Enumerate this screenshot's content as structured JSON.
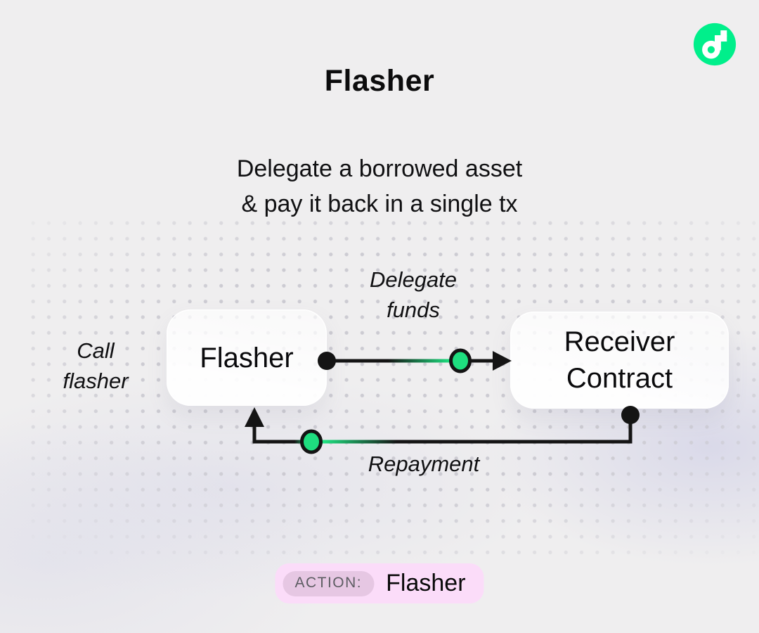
{
  "header": {
    "title": "Flasher",
    "subtitle": "Delegate a borrowed asset\n& pay it back in a single tx"
  },
  "logo": {
    "name": "flow-logo",
    "background": "#00EF8B",
    "glyph_color": "#FFFFFF"
  },
  "diagram": {
    "nodes": [
      {
        "id": "flasher",
        "label": "Flasher"
      },
      {
        "id": "receiver",
        "label": "Receiver\nContract"
      }
    ],
    "labels": {
      "call_flasher": "Call\nflasher",
      "delegate_funds": "Delegate\nfunds",
      "repayment": "Repayment"
    },
    "accent_green": "#1EDE7F",
    "line_color": "#141414"
  },
  "action_badge": {
    "prefix": "ACTION:",
    "value": "Flasher",
    "bg": "#FBDCF9",
    "key_bg": "#E6C7E3",
    "key_color": "#5D5D63"
  }
}
